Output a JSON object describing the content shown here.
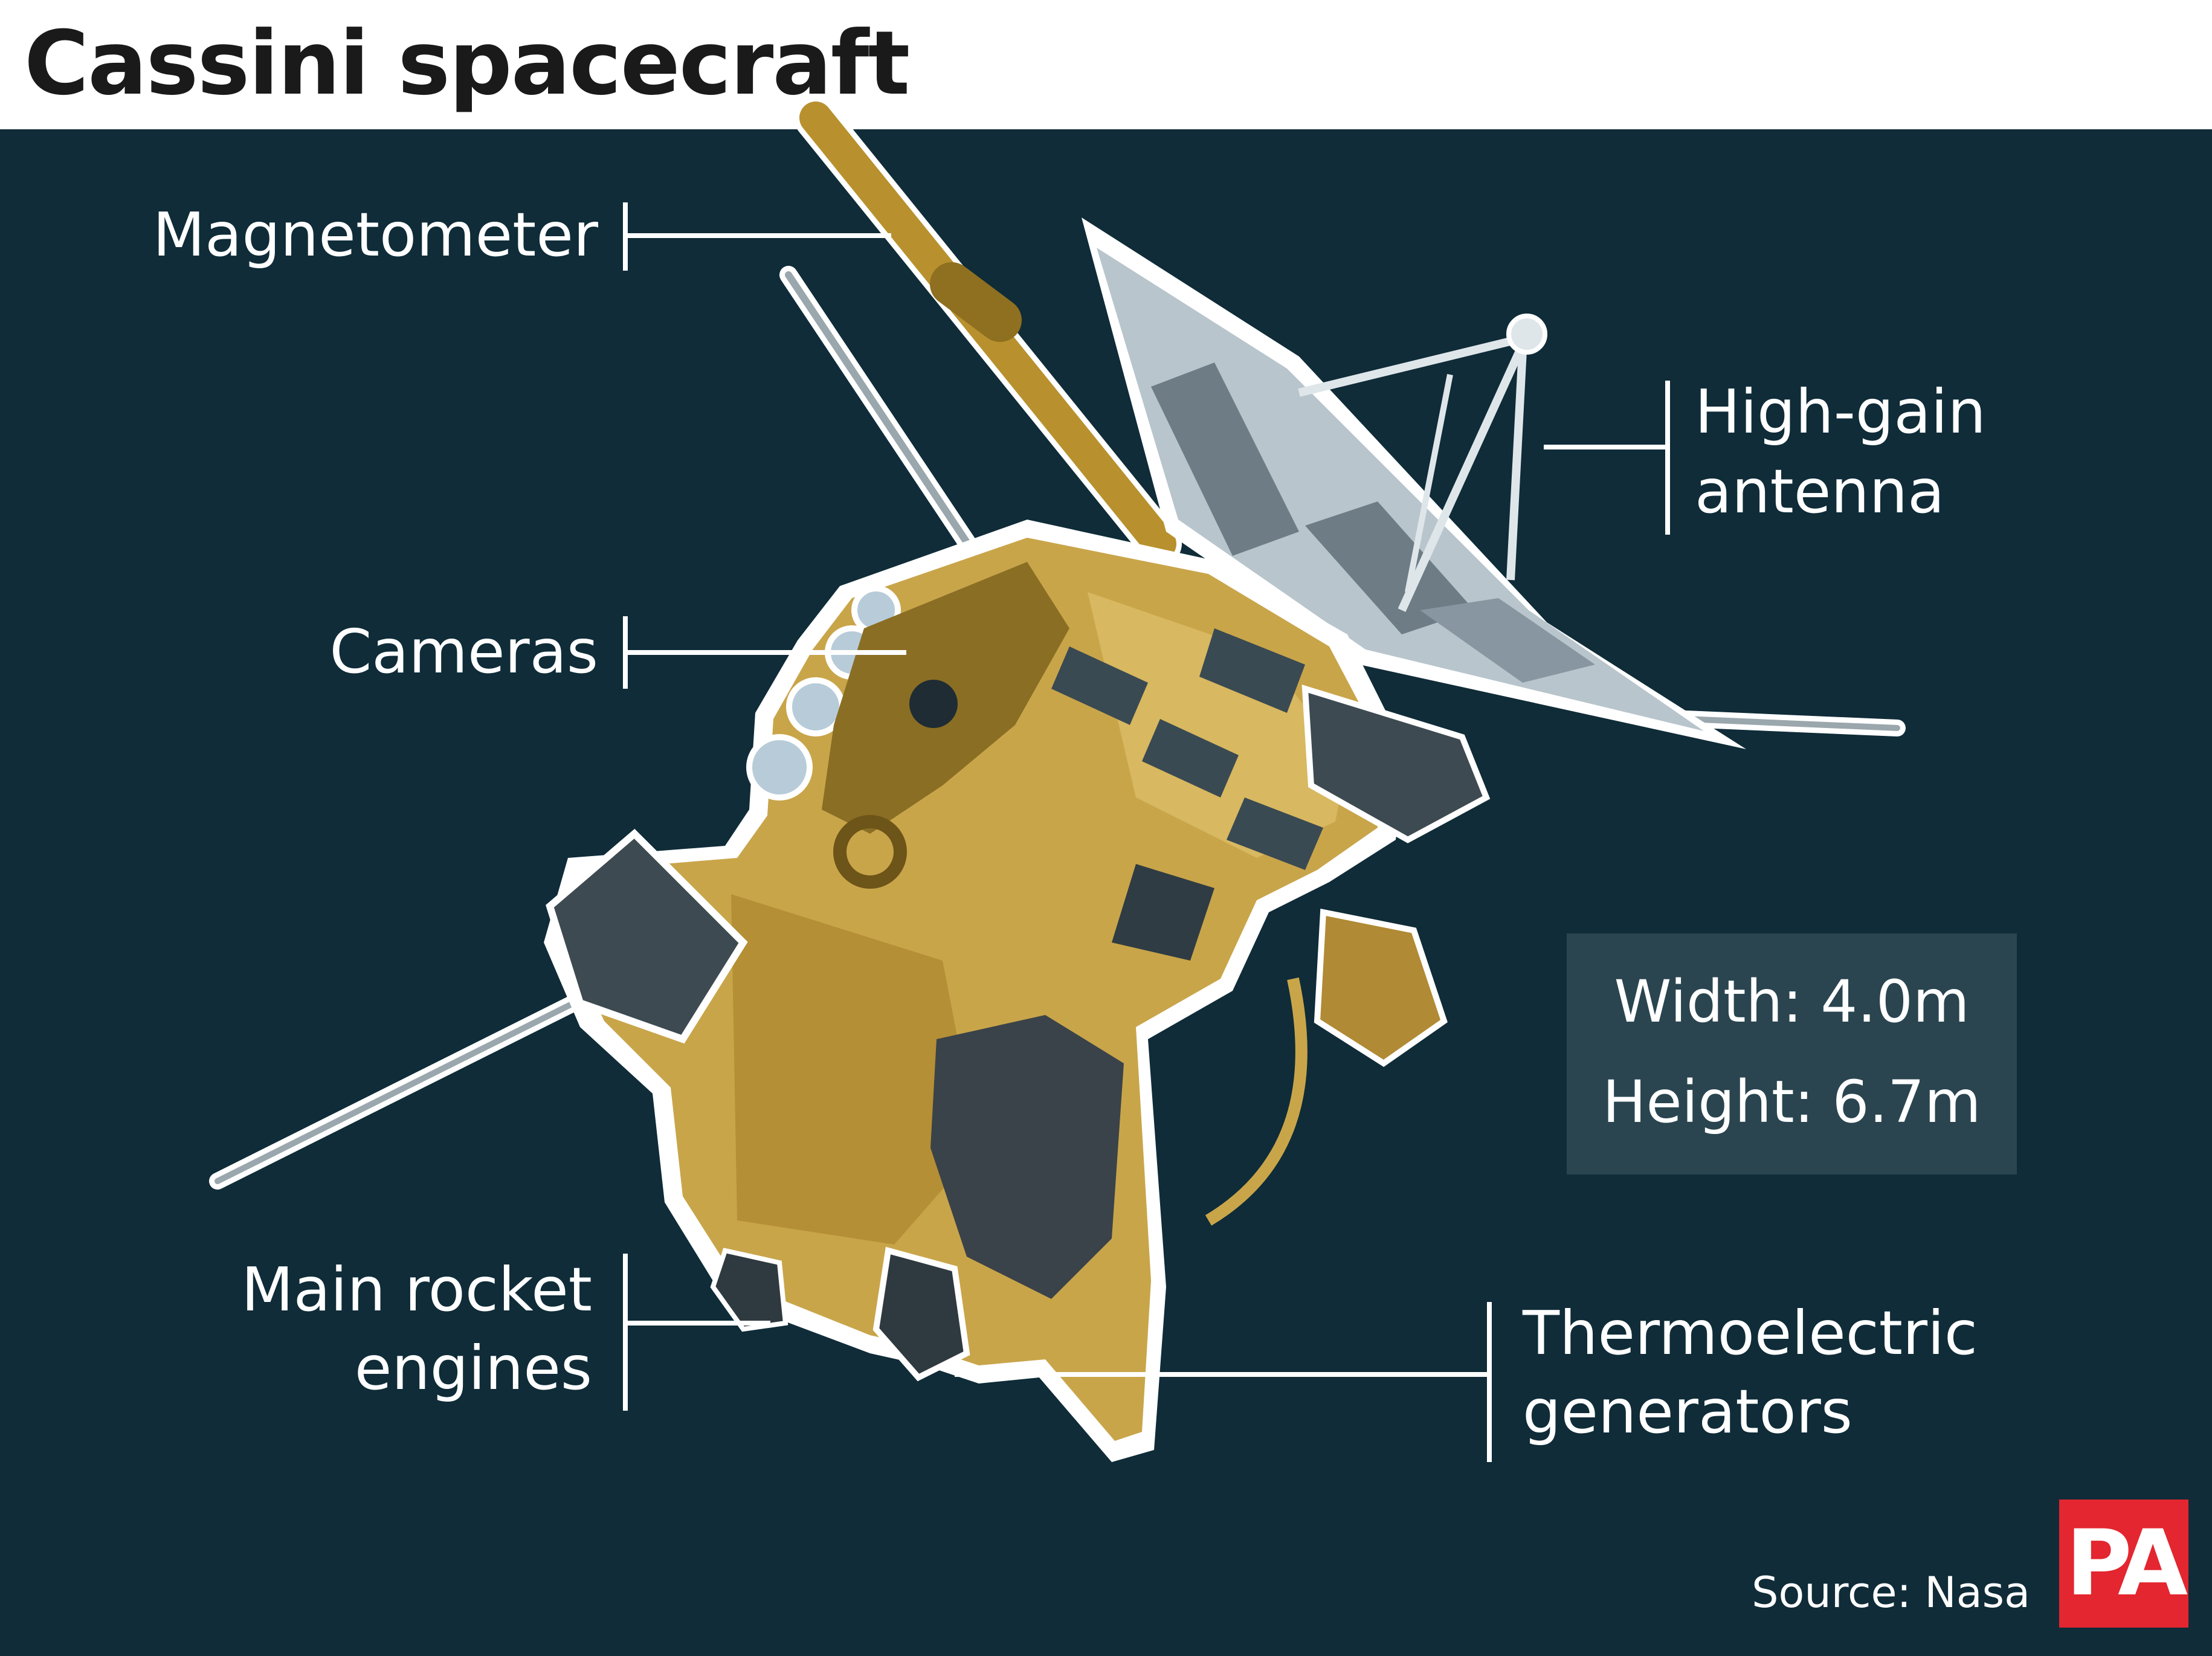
{
  "title": "Cassini spacecraft",
  "labels": {
    "magnetometer": "Magnetometer",
    "high_gain_line1": "High-gain",
    "high_gain_line2": "antenna",
    "cameras": "Cameras",
    "main_rocket_line1": "Main rocket",
    "main_rocket_line2": "engines",
    "thermo_line1": "Thermoelectric",
    "thermo_line2": "generators"
  },
  "dimensions": {
    "width": "Width: 4.0m",
    "height": "Height: 6.7m"
  },
  "source": "Source: Nasa",
  "logo": "PA",
  "colors": {
    "panel": "#0f2c38",
    "body_gold": "#c9a54a",
    "dish": "#b8c5cc",
    "leader_lines": "#ffffff",
    "logo_red": "#e3262f"
  }
}
